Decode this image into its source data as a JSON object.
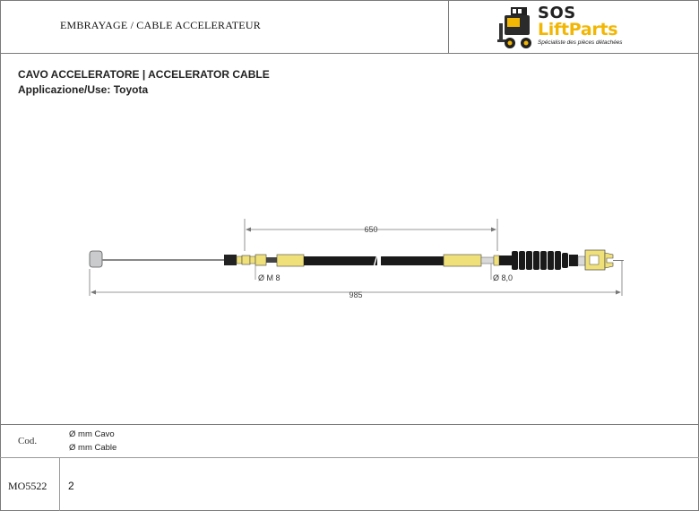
{
  "header": {
    "title": "EMBRAYAGE / CABLE ACCELERATEUR"
  },
  "logo": {
    "line1": "SOS",
    "line2": "LiftParts",
    "tagline": "Spécialiste des pièces détachées",
    "colors": {
      "accent": "#f2b705",
      "dark": "#222222"
    }
  },
  "product": {
    "title": "CAVO ACCELERATORE | ACCELERATOR CABLE",
    "application": "Applicazione/Use: Toyota"
  },
  "diagram": {
    "dim_overall": "985",
    "dim_inner": "650",
    "label_thread": "Ø M 8",
    "label_diameter": "Ø 8,0",
    "colors": {
      "sheath": "#1a1a1a",
      "ferrule": "#f0e07a",
      "steel": "#b9bcc0"
    }
  },
  "table": {
    "col_code_header": "Cod.",
    "col_diameter_header_1": "Ø mm Cavo",
    "col_diameter_header_2": "Ø mm Cable",
    "rows": [
      {
        "code": "MO5522",
        "diameter": "2"
      }
    ]
  }
}
